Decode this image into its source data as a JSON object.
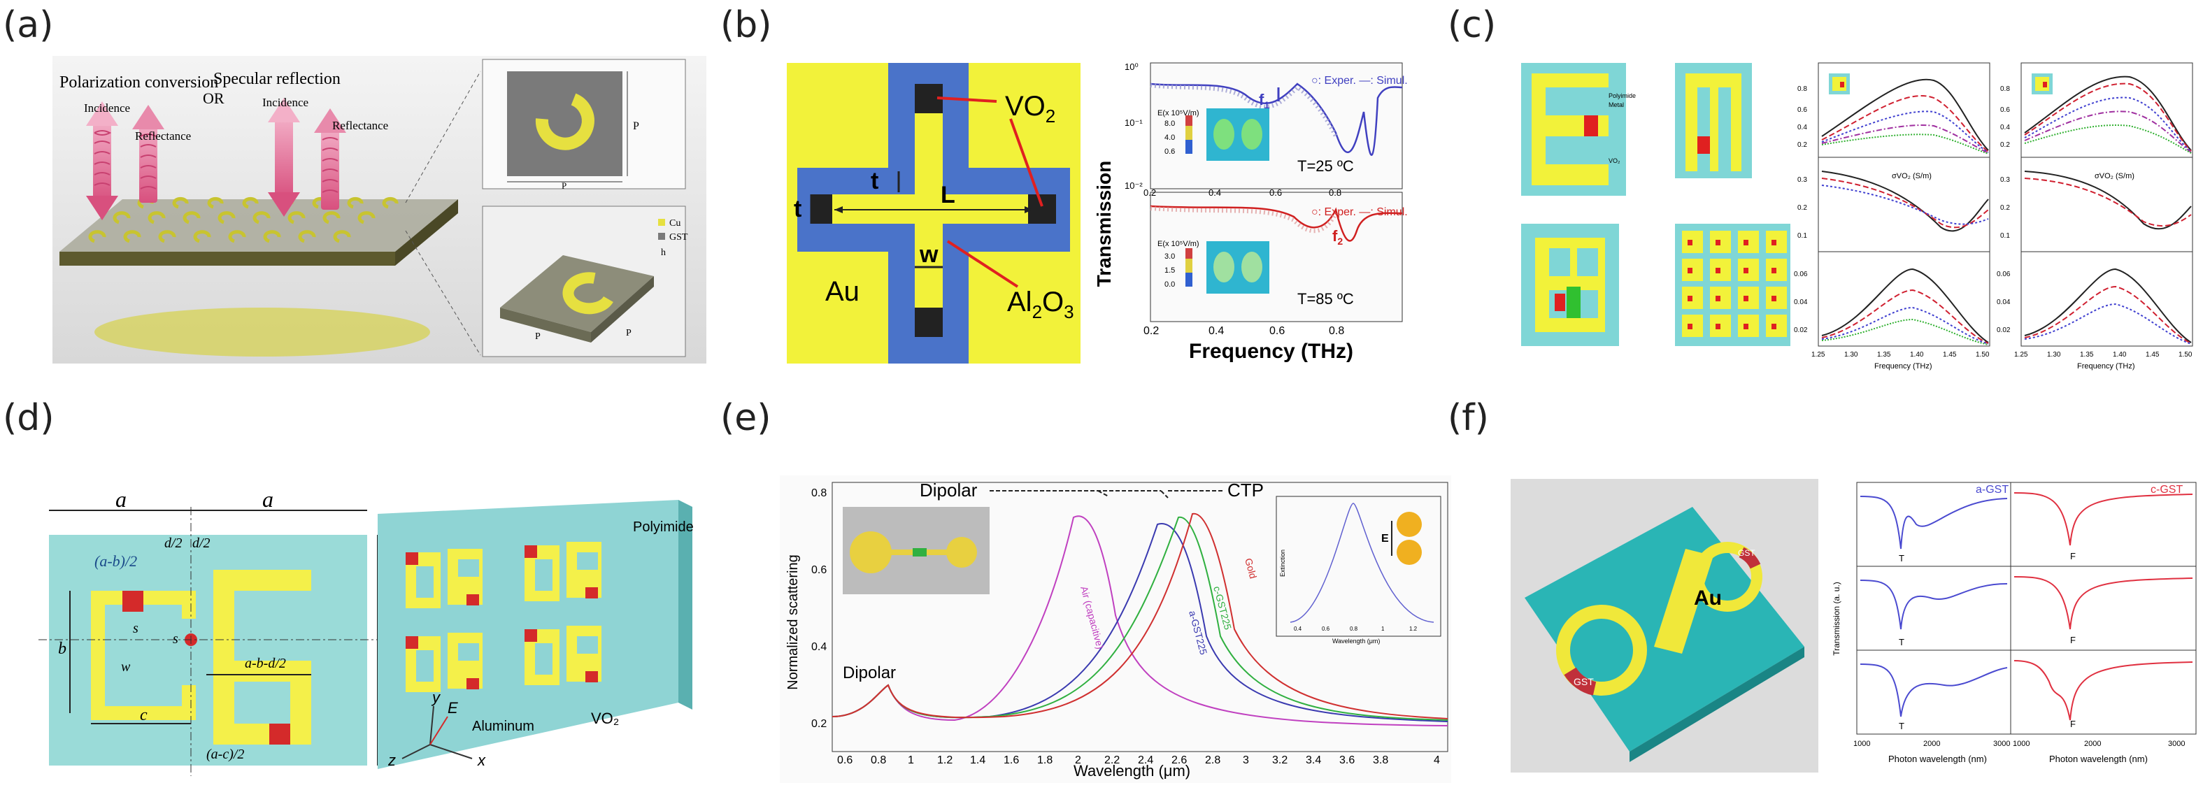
{
  "labels": {
    "a": "(a)",
    "b": "(b)",
    "c": "(c)",
    "d": "(d)",
    "e": "(e)",
    "f": "(f)"
  },
  "panel_a": {
    "polarization_conversion": "Polarization conversion",
    "or": "OR",
    "specular_reflection": "Specular reflection",
    "incidence_1": "Incidence",
    "reflectance_1": "Reflectance",
    "incidence_2": "Incidence",
    "reflectance_2": "Reflectance",
    "p_top": "P",
    "p_right": "P",
    "h": "h",
    "p_bl": "P",
    "p_br": "P",
    "legend_cu": "Cu",
    "legend_gst": "GST",
    "colors": {
      "cu": "#d8d43a",
      "gst": "#6a6a6a",
      "substrate": "#4a4a2a"
    }
  },
  "panel_b": {
    "vo2": "VO",
    "vo2_sub": "2",
    "al2o3": "Al",
    "al2o3_sub": "2",
    "al2o3_tail": "O",
    "al2o3_sub2": "3",
    "au": "Au",
    "t_upper": "t",
    "t_left": "t",
    "L": "L",
    "w": "w",
    "transmission": "Transmission",
    "frequency": "Frequency (THz)",
    "legend_top": "○: Exper.  —: Simul.",
    "legend_bottom": "○: Exper.  —: Simul.",
    "t_top": "T=25 ºC",
    "t_bot": "T=85 ºC",
    "f1": "f",
    "f1_sub": "1",
    "f2": "f",
    "f2_sub": "2",
    "e_label_top": "E(x 10⁵V/m)",
    "e_label_bot": "E(x 10⁵V/m)",
    "cb_top": [
      "8.0",
      "4.0",
      "0.6"
    ],
    "cb_bot": [
      "3.0",
      "1.5",
      "0.0"
    ],
    "yticks": [
      "10⁰",
      "10⁻¹",
      "10⁻²"
    ],
    "xticks": [
      "0.2",
      "0.4",
      "0.6",
      "0.8"
    ],
    "colors": {
      "gold": "#f2f23a",
      "blue": "#4a73c9",
      "dark": "#222"
    }
  },
  "panel_c": {
    "polyimide": "Polyimide",
    "metal": "Metal",
    "vo2": "VO₂",
    "freq_axis": "Frequency (THz)",
    "xticks": [
      "1.25",
      "1.30",
      "1.35",
      "1.40",
      "1.45",
      "1.50"
    ],
    "col1_y": [
      [
        "0.8",
        "0.6",
        "0.4",
        "0.2"
      ],
      [
        "0.3",
        "0.2",
        "0.1"
      ],
      [
        "0.06",
        "0.04",
        "0.02"
      ]
    ],
    "col2_y": [
      [
        "0.8",
        "0.6",
        "0.4",
        "0.2"
      ],
      [
        "0.3",
        "0.2",
        "0.1"
      ],
      [
        "0.06",
        "0.04",
        "0.02"
      ]
    ],
    "sigma": "σVO₂ (S/m)"
  },
  "panel_d": {
    "a1": "a",
    "a2": "a",
    "a_right": "a",
    "ab2": "(a-b)/2",
    "d2a": "d/2",
    "d2b": "d/2",
    "b": "b",
    "s1": "s",
    "s2": "s",
    "w": "w",
    "c": "c",
    "abd2": "a-b-d/2",
    "ac2": "(a-c)/2",
    "polyimide": "Polyimide",
    "aluminum": "Aluminum",
    "vo2": "VO₂",
    "axis_x": "x",
    "axis_y": "y",
    "axis_z": "z",
    "axis_E": "E",
    "colors": {
      "cyan": "#9adbd8",
      "yellow": "#f4f04a",
      "red": "#d42a2a"
    }
  },
  "panel_e": {
    "dipolar_top": "Dipolar",
    "ctp": "CTP",
    "dipolar_left": "Dipolar",
    "ylabel": "Normalized scattering",
    "xlabel": "Wavelength (μm)",
    "extinction": "Extinction",
    "inset_x": "Wavelength (μm)",
    "E": "E",
    "series_labels": [
      "Air (capacitive)",
      "a-GST225",
      "c-GST225",
      "Gold"
    ],
    "xticks": [
      "0.6",
      "0.8",
      "1",
      "1.2",
      "1.4",
      "1.6",
      "1.8",
      "2",
      "2.2",
      "2.4",
      "2.6",
      "2.8",
      "3",
      "3.2",
      "3.4",
      "3.6",
      "3.8",
      "4"
    ],
    "yticks": [
      "0.2",
      "0.4",
      "0.6",
      "0.8"
    ],
    "inset_xticks": [
      "0.4",
      "0.6",
      "0.8",
      "1",
      "1.2"
    ],
    "colors": {
      "air": "#c040c0",
      "agst": "#3a3ab0",
      "cgst": "#30b040",
      "gold": "#d03030"
    }
  },
  "panel_f": {
    "au": "Au",
    "gst1": "GST",
    "gst2": "GST",
    "a_gst": "a-GST",
    "c_gst": "c-GST",
    "ylabel": "Transmission (a. u.)",
    "xlabel_left": "Photon wavelength (nm)",
    "xlabel_right": "Photon wavelength (nm)",
    "T": "T",
    "F": "F",
    "xticks": [
      "1000",
      "2000",
      "3000"
    ],
    "colors": {
      "blue": "#4a4ad0",
      "red": "#e03040",
      "teal": "#2ab5b5",
      "yellow": "#f0e83a"
    }
  }
}
